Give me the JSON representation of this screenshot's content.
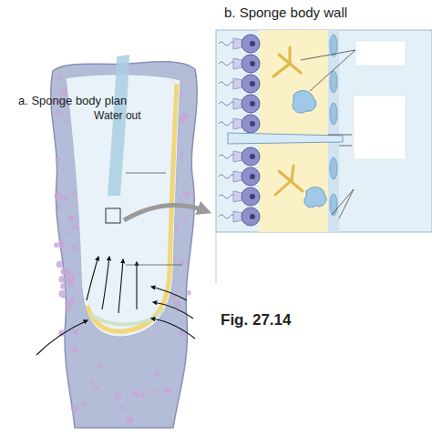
{
  "diagram": {
    "caption": "Fig. 27.14",
    "labels": [
      "b. Sponge body wall",
      "a. Sponge body plan",
      "Water out"
    ]
  }
}
